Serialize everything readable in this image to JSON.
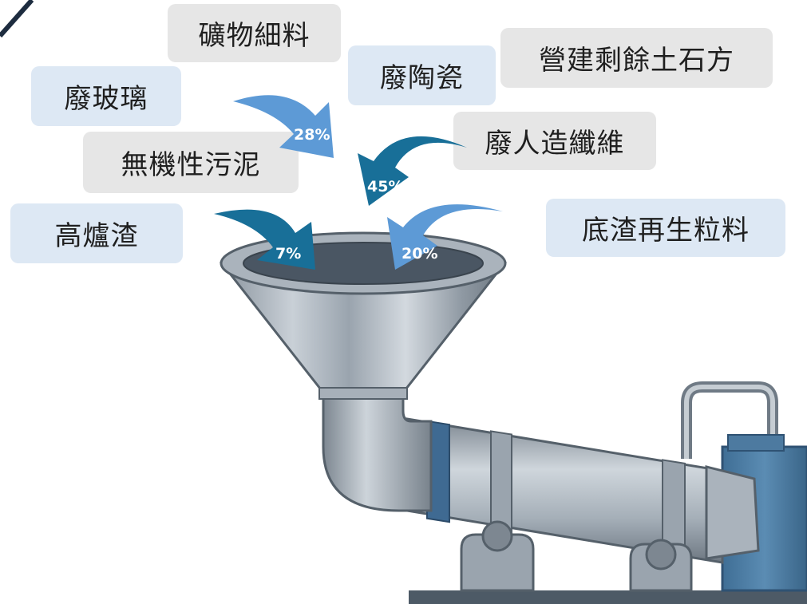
{
  "colors": {
    "label_gray": "#e6e6e6",
    "label_blue": "#dde8f4",
    "arrow_light": "#5d9ad6",
    "arrow_dark": "#186f98"
  },
  "labels": {
    "mineral_fines": "礦物細料",
    "waste_ceramics": "廢陶瓷",
    "construction_surplus": "營建剩餘土石方",
    "waste_glass": "廢玻璃",
    "waste_artificial_fiber": "廢人造纖維",
    "inorganic_sludge": "無機性污泥",
    "blast_furnace_slag": "高爐渣",
    "bottom_ash_aggregate": "底渣再生粒料"
  },
  "percentages": {
    "top_left_arrow": "28%",
    "center_arrow": "45%",
    "left_arrow": "7%",
    "right_arrow": "20%"
  }
}
